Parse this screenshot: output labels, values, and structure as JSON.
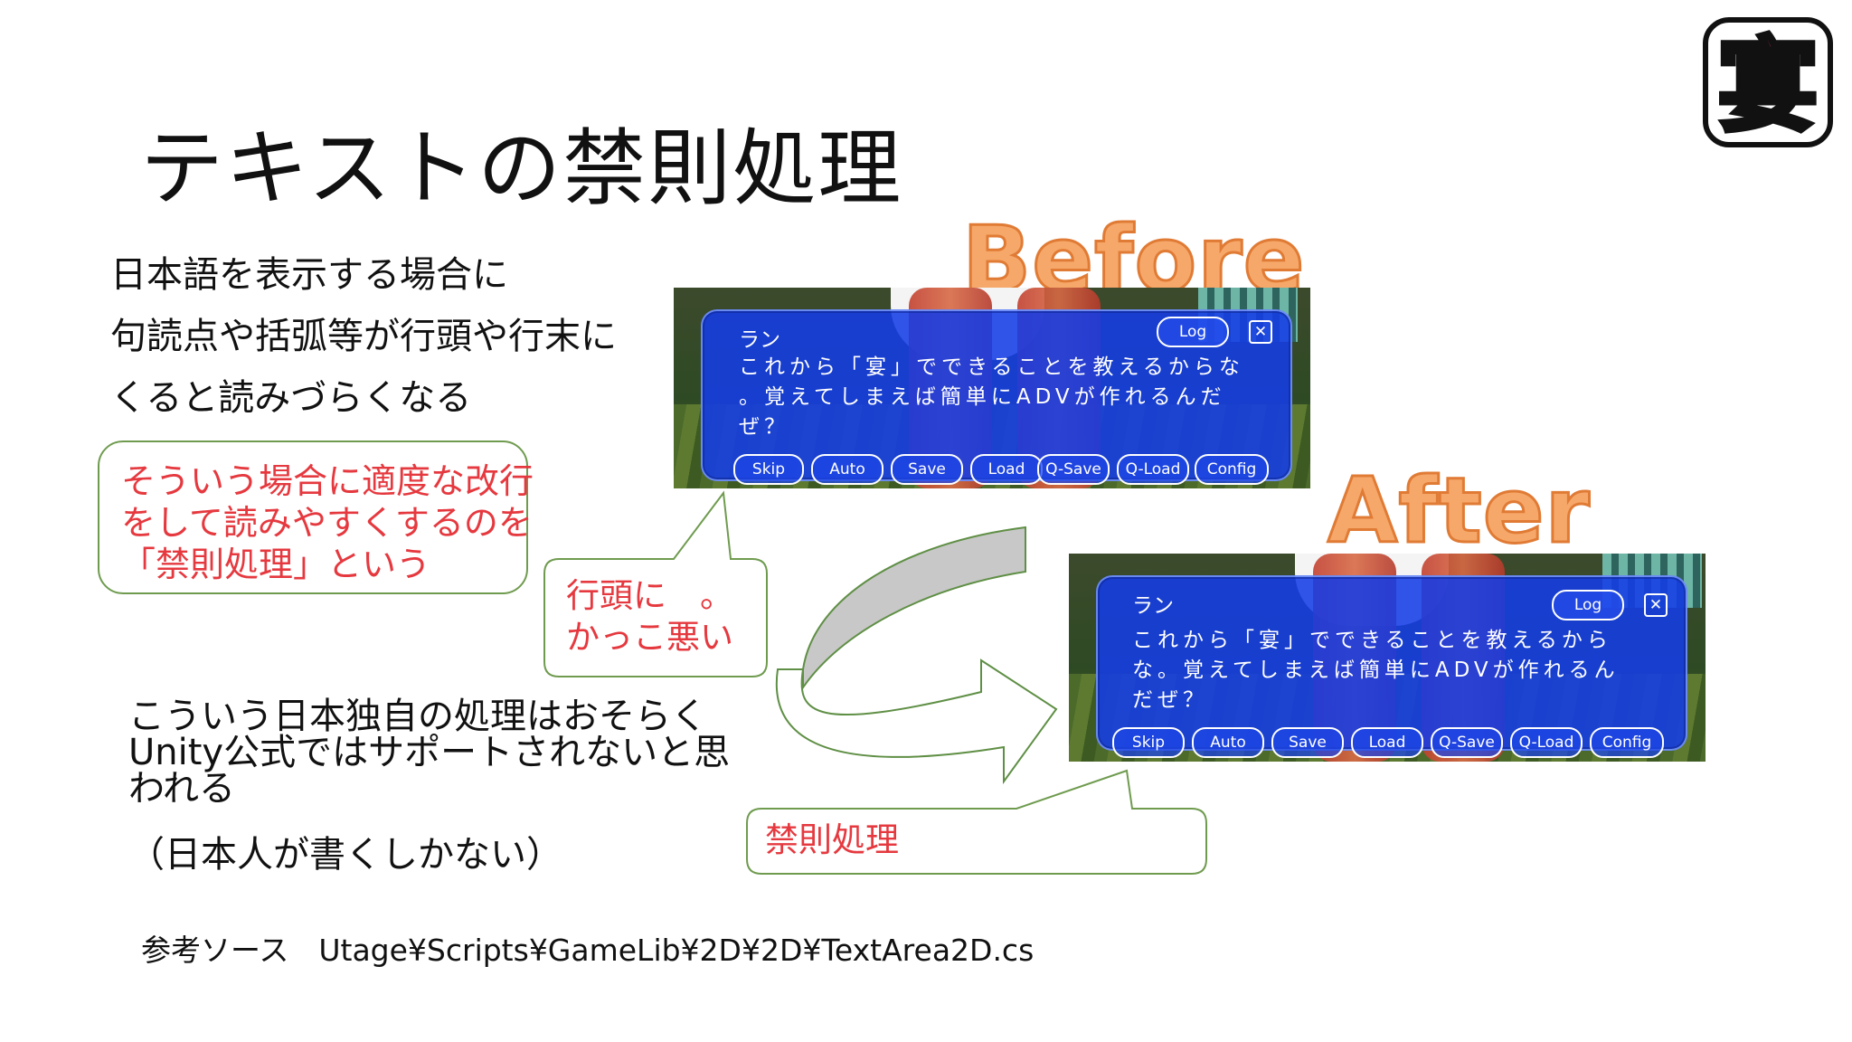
{
  "slide": {
    "title": "テキストの禁則処理",
    "intro_lines": [
      "日本語を表示する場合に",
      "句読点や括弧等が行頭や行末に",
      "くると読みづらくなる"
    ],
    "red_callout_lines": [
      "そういう場合に適度な改行",
      "をして読みやすくするのを",
      "「禁則処理」という"
    ],
    "unity_lines": [
      "こういう日本独自の処理はおそらく",
      "Unity公式ではサポートされないと思",
      "われる"
    ],
    "paren_line": "（日本人が書くしかない）",
    "source_line": "参考ソース　Utage¥Scripts¥GameLib¥2D¥2D¥TextArea2D.cs",
    "before_label": "Before",
    "after_label": "After",
    "bubble_before_lines": [
      "行頭に　。",
      "かっこ悪い"
    ],
    "bubble_after": "禁則処理",
    "logo_glyph": "宴"
  },
  "game": {
    "speaker": "ラン",
    "log_label": "Log",
    "close_glyph": "✕",
    "before_lines": [
      "これから「宴」でできることを教えるからな",
      "。覚えてしまえば簡単にADVが作れるんだ",
      "ぜ？"
    ],
    "after_lines": [
      "これから「宴」でできることを教えるから",
      "な。覚えてしまえば簡単にADVが作れるん",
      "だぜ？"
    ],
    "menu_buttons": [
      "Skip",
      "Auto",
      "Save",
      "Load",
      "Q-Save",
      "Q-Load",
      "Config"
    ]
  },
  "colors": {
    "accent_red": "#e5393f",
    "callout_border": "#6f9b4f",
    "label_orange": "#f6a86a",
    "dialog_blue": "#1f43e6"
  }
}
